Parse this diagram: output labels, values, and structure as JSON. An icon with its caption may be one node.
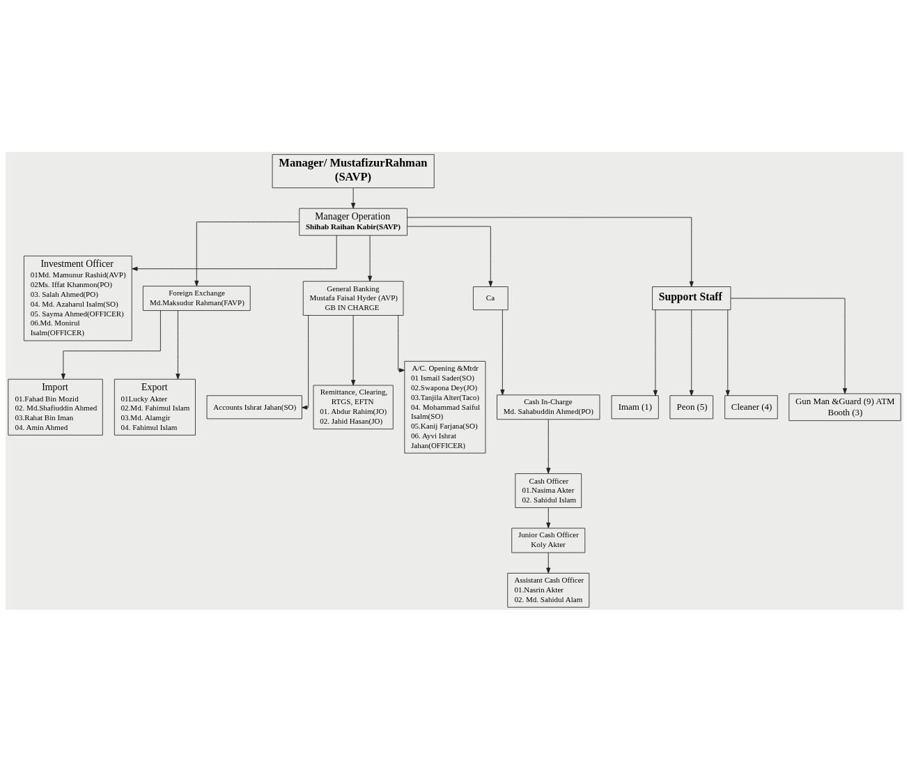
{
  "diagram": {
    "nodes": [
      {
        "text": [
          "Manager/ MustafizurRahman (SAVP)"
        ]
      },
      {
        "text": [
          "Manager Operation",
          "Shihab Raihan Kabir(SAVP)"
        ]
      },
      {
        "text": [
          "Investment Officer",
          "01Md. Mamunur Rashid(AVP)",
          "02Ms. Iffat Khanmon(PO)",
          "03. Salah Ahmed(PO)",
          "04. Md. Azaharul Isalm(SO)",
          "05. Sayma Ahmed(OFFICER)",
          "06.Md. Monirul Isalm(OFFICER)"
        ]
      },
      {
        "text": [
          "Foreign Exchange Md.Maksudur Rahman(FAVP)"
        ]
      },
      {
        "text": [
          "Import",
          "01.Fahad Bin Mozid",
          "02. Md.Shafiuddin Ahmed",
          "03.Rahat Bin Iman",
          "04. Amin Ahmed"
        ]
      },
      {
        "text": [
          "Export",
          "01Lucky Akter",
          "02.Md. Fahimul Islam",
          "03.Md. Alamgir",
          "04. Fahimul Islam"
        ]
      },
      {
        "text": [
          "Accounts Ishrat Jahan(SO)"
        ]
      },
      {
        "text": [
          "Remittance, Clearing, RTGS, EFTN",
          "01. Abdur Rahim(JO)",
          "02. Jahid Hasan(JO)"
        ]
      },
      {
        "text": [
          "General Banking",
          "Mustafa Faisal Hyder (AVP) GB IN CHARGE"
        ]
      },
      {
        "text": [
          "A/C. Opening &Mtdr",
          "01 Ismail Sader(SO)",
          "02.Swapona Dey(JO)",
          "03.Tanjila Alter(Taco)",
          "04. Mohammad Saiful Isalm(SO)",
          "05.Kanij Farjana(SO)",
          "06. Ayvi Ishrat Jahan(OFFICER)"
        ]
      },
      {
        "text": [
          "Ca"
        ]
      },
      {
        "text": [
          "Cash In-Charge",
          "Md. Sahabuddin Ahmed(PO)"
        ]
      },
      {
        "text": [
          "Cash Officer",
          "01.Nasima Akter",
          "02. Sahidul Islam"
        ]
      },
      {
        "text": [
          "Junior Cash Officer",
          "Koly Akter"
        ]
      },
      {
        "text": [
          "Assistant Cash Officer",
          "01.Nasrin Akter",
          "02. Md. Sahidul Alam"
        ]
      },
      {
        "text": [
          "Support Staff"
        ]
      },
      {
        "text": [
          "Imam (1)"
        ]
      },
      {
        "text": [
          "Peon (5)"
        ]
      },
      {
        "text": [
          "Cleaner (4)"
        ]
      },
      {
        "text": [
          "Gun Man &Guard (9) ATM Booth (3)"
        ]
      }
    ],
    "edges": [
      {
        "from": 0,
        "to": 1,
        "arrow": "to"
      },
      {
        "from": 1,
        "to": 2,
        "arrow": "to"
      },
      {
        "from": 1,
        "to": 3,
        "arrow": "to"
      },
      {
        "from": 1,
        "to": 15,
        "arrow": "to"
      },
      {
        "from": 1,
        "to": 8,
        "arrow": "to"
      },
      {
        "from": 1,
        "to": 10,
        "arrow": "to"
      },
      {
        "from": 3,
        "to": 4,
        "arrow": "to"
      },
      {
        "from": 3,
        "to": 5,
        "arrow": "to"
      },
      {
        "from": 8,
        "to": 6,
        "arrow": "to"
      },
      {
        "from": 8,
        "to": 7,
        "arrow": "to"
      },
      {
        "from": 8,
        "to": 9,
        "arrow": "to"
      },
      {
        "from": 10,
        "to": 11,
        "arrow": "to"
      },
      {
        "from": 11,
        "to": 12,
        "arrow": "to"
      },
      {
        "from": 12,
        "to": 13,
        "arrow": "to"
      },
      {
        "from": 13,
        "to": 14,
        "arrow": "to"
      },
      {
        "from": 15,
        "to": 16,
        "arrow": "to"
      },
      {
        "from": 15,
        "to": 17,
        "arrow": "to"
      },
      {
        "from": 15,
        "to": 18,
        "arrow": "to"
      },
      {
        "from": 15,
        "to": 19,
        "arrow": "to"
      }
    ]
  }
}
